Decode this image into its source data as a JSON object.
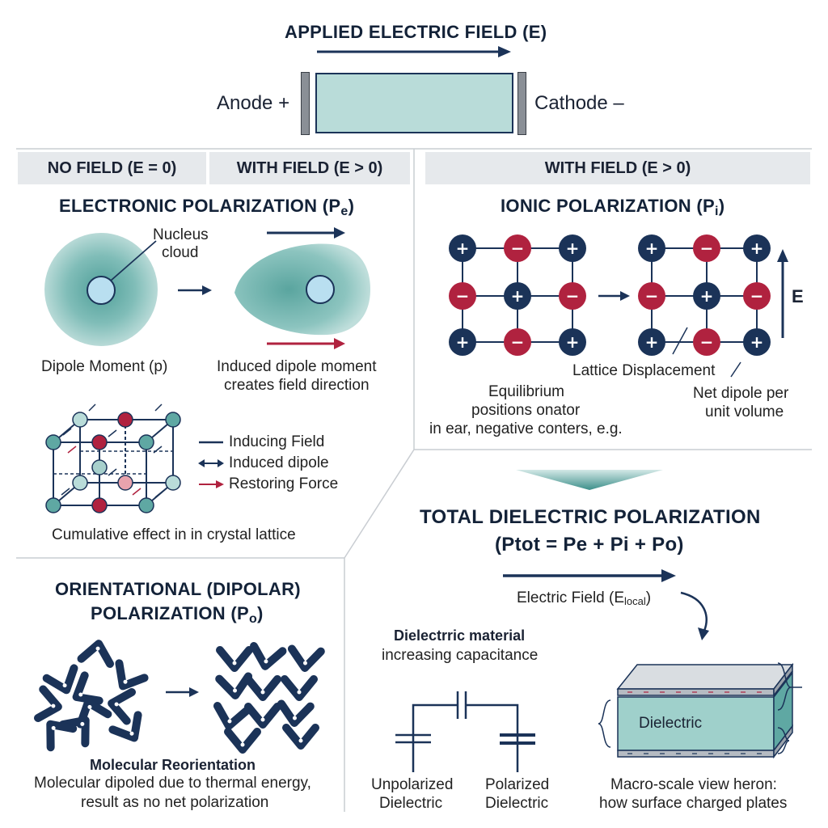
{
  "top": {
    "title": "APPLIED ELECTRIC FIELD (E)",
    "anode": "Anode +",
    "cathode": "Cathode –"
  },
  "headers": {
    "no_field": "NO FIELD (E = 0)",
    "with_field_left": "WITH FIELD (E > 0)",
    "with_field_right": "WITH FIELD (E > 0)"
  },
  "electronic": {
    "title_main": "ELECTRONIC POLARIZATION (P",
    "title_sub": "e",
    "nucleus_label_1": "Nucleus",
    "nucleus_label_2": "cloud",
    "left_caption": "Dipole Moment (p)",
    "right_caption_1": "Induced dipole moment",
    "right_caption_2": "creates field direction"
  },
  "lattice_legend": {
    "inducing": "Inducing Field",
    "induced": "Induced dipole",
    "restoring": "Restoring Force",
    "caption": "Cumulative effect in in crystal lattice"
  },
  "ionic": {
    "title_main": "IONIC POLARIZATION (P",
    "title_sub": "i",
    "field_label": "E",
    "displacement": "Lattice Displacement",
    "eq_1": "Equilibrium",
    "eq_2": "positions onator",
    "eq_3": "in ear, negative conters, e.g.",
    "net_1": "Net dipole per",
    "net_2": "unit volume",
    "plus": "+",
    "minus": "−"
  },
  "orientational": {
    "title_1": "ORIENTATIONAL (DIPOLAR)",
    "title_2_main": "POLARIZATION (P",
    "title_2_sub": "o",
    "caption_bold": "Molecular Reorientation",
    "caption_1": "Molecular dipoled due to thermal energy,",
    "caption_2": "result as no net polarization"
  },
  "total": {
    "title_1": "TOTAL DIELECTRIC POLARIZATION",
    "title_2": "(Ptot = Pe + Pi + Po)",
    "field_label_main": "Electric Field (E",
    "field_label_sub": "local",
    "field_label_end": ")",
    "material_bold": "Dielectrric material",
    "material_sub": "increasing capacitance",
    "unpol_1": "Unpolarized",
    "unpol_2": "Dielectric",
    "pol_1": "Polarized",
    "pol_2": "Dielectric",
    "block_label": "Dielectric",
    "macro_1": "Macro-scale view heron:",
    "macro_2": "how surface charged plates"
  },
  "colors": {
    "navy": "#1b3358",
    "crimson": "#b0223f",
    "teal": "#5fa8a3",
    "teal_light": "#b9dcd9",
    "gray_header": "#e6e9ec"
  }
}
